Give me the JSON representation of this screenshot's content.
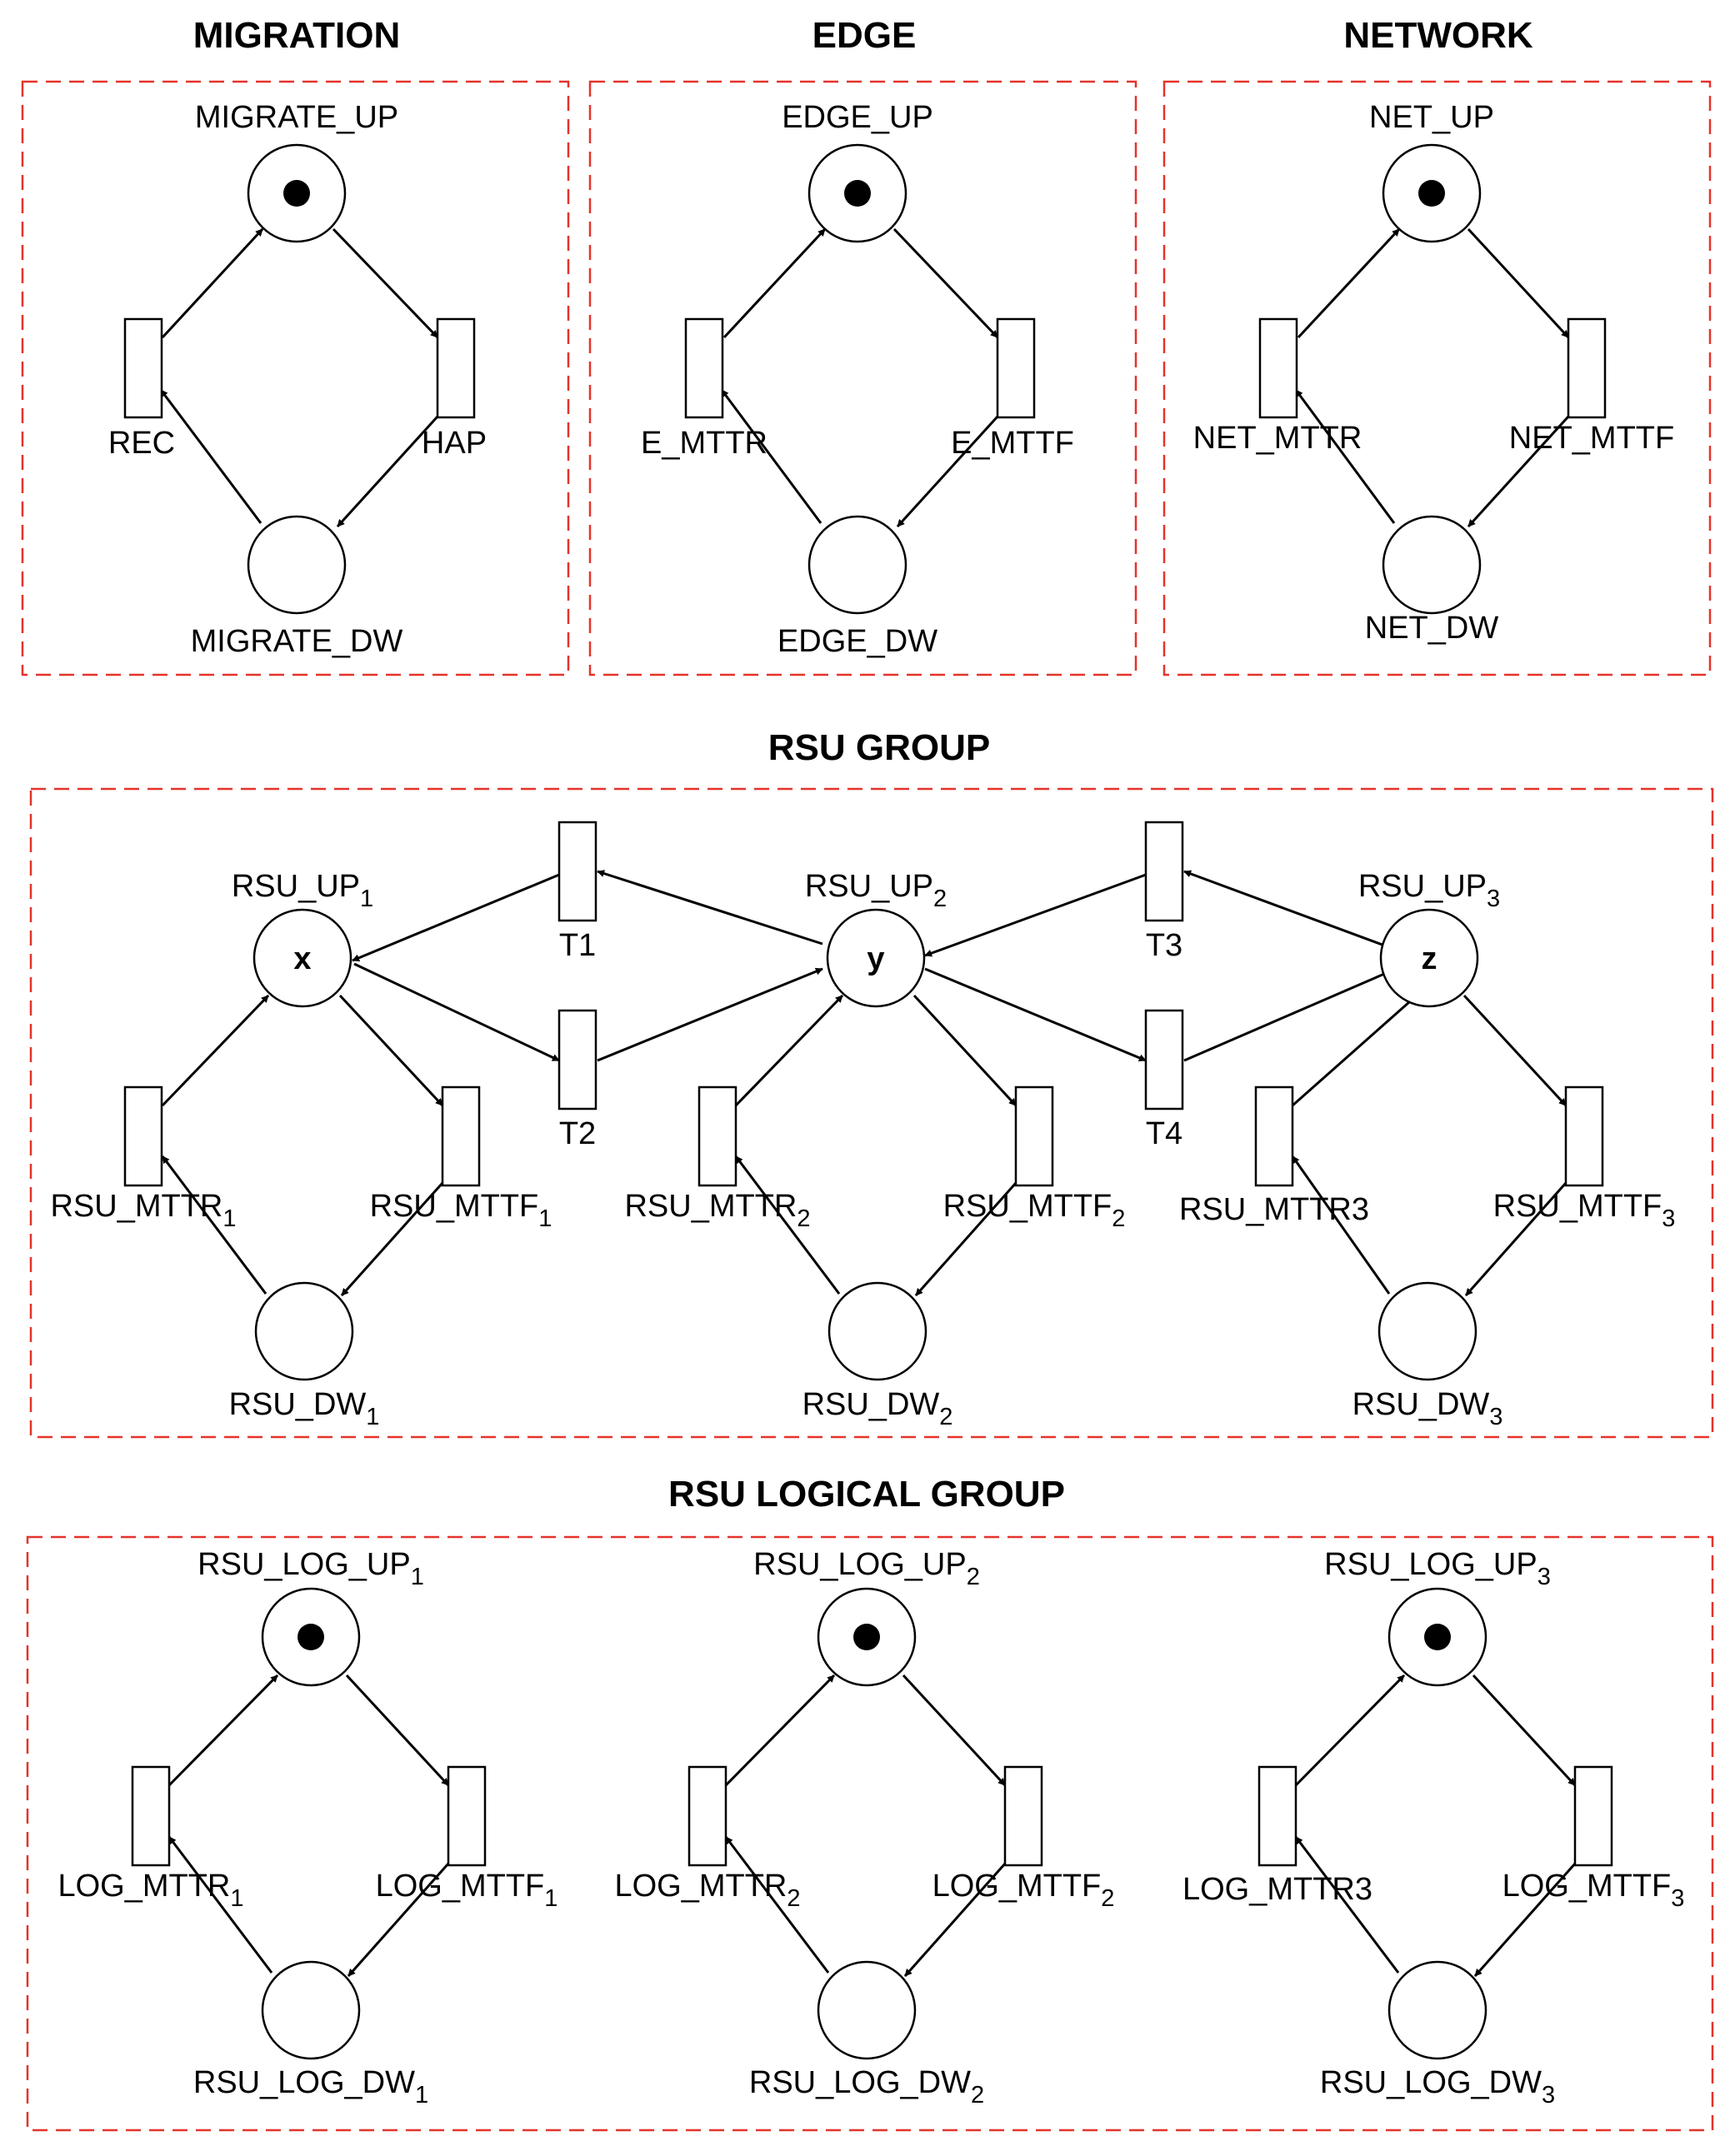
{
  "section_titles": [
    "MIGRATION",
    "EDGE",
    "NETWORK",
    "RSU GROUP",
    "RSU LOGICAL GROUP"
  ],
  "token_letters": [
    "x",
    "y",
    "z"
  ],
  "colors": {
    "frame": "#e5332a",
    "stroke": "#000000"
  },
  "places": [
    {
      "label": "MIGRATE_UP",
      "token": "dot"
    },
    {
      "label": "MIGRATE_DW",
      "token": "none"
    },
    {
      "label": "EDGE_UP",
      "token": "dot"
    },
    {
      "label": "EDGE_DW",
      "token": "none"
    },
    {
      "label": "NET_UP",
      "token": "dot"
    },
    {
      "label": "NET_DW",
      "token": "none"
    },
    {
      "label": "RSU_UP",
      "sub": "1",
      "token": "x"
    },
    {
      "label": "RSU_UP",
      "sub": "2",
      "token": "y"
    },
    {
      "label": "RSU_UP",
      "sub": "3",
      "token": "z"
    },
    {
      "label": "RSU_DW",
      "sub": "1",
      "token": "none"
    },
    {
      "label": "RSU_DW",
      "sub": "2",
      "token": "none"
    },
    {
      "label": "RSU_DW",
      "sub": "3",
      "token": "none"
    },
    {
      "label": "RSU_LOG_UP",
      "sub": "1",
      "token": "dot"
    },
    {
      "label": "RSU_LOG_UP",
      "sub": "2",
      "token": "dot"
    },
    {
      "label": "RSU_LOG_UP",
      "sub": "3",
      "token": "dot"
    },
    {
      "label": "RSU_LOG_DW",
      "sub": "1",
      "token": "none"
    },
    {
      "label": "RSU_LOG_DW",
      "sub": "2",
      "token": "none"
    },
    {
      "label": "RSU_LOG_DW",
      "sub": "3",
      "token": "none"
    }
  ],
  "transitions": [
    {
      "label": "REC"
    },
    {
      "label": "HAP"
    },
    {
      "label": "E_MTTR"
    },
    {
      "label": "E_MTTF"
    },
    {
      "label": "NET_MTTR"
    },
    {
      "label": "NET_MTTF"
    },
    {
      "label": "T1"
    },
    {
      "label": "T2"
    },
    {
      "label": "T3"
    },
    {
      "label": "T4"
    },
    {
      "label": "RSU_MTTR",
      "sub": "1"
    },
    {
      "label": "RSU_MTTF",
      "sub": "1"
    },
    {
      "label": "RSU_MTTR",
      "sub": "2"
    },
    {
      "label": "RSU_MTTF",
      "sub": "2"
    },
    {
      "label": "RSU_MTTR3"
    },
    {
      "label": "RSU_MTTF",
      "sub": "3"
    },
    {
      "label": "LOG_MTTR",
      "sub": "1"
    },
    {
      "label": "LOG_MTTF",
      "sub": "1"
    },
    {
      "label": "LOG_MTTR",
      "sub": "2"
    },
    {
      "label": "LOG_MTTF",
      "sub": "2"
    },
    {
      "label": "LOG_MTTR3"
    },
    {
      "label": "LOG_MTTF",
      "sub": "3"
    }
  ]
}
